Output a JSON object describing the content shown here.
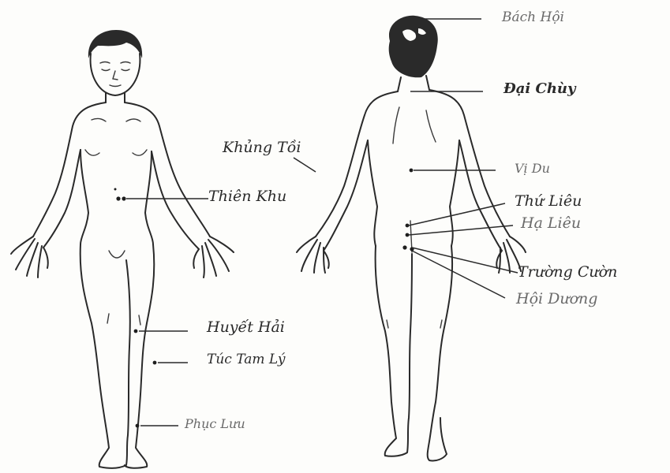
{
  "diagram": {
    "labels": {
      "bach_hoi": "Bách Hội",
      "dai_chuy": "Đại Chùy",
      "khung_toi": "Khủng Tồi",
      "vi_du": "Vị Du",
      "thien_khu": "Thiên Khu",
      "thu_lieu": "Thứ Liêu",
      "ha_lieu": "Hạ Liêu",
      "truong_cuong": "Trường Cườn",
      "hoi_duong": "Hội Dương",
      "huyet_hai": "Huyết Hải",
      "tuc_tam_ly": "Túc Tam Lý",
      "phuc_luu": "Phục Lưu"
    },
    "colors": {
      "ink": "#2a2a2a",
      "paper": "#fdfdfb"
    }
  }
}
